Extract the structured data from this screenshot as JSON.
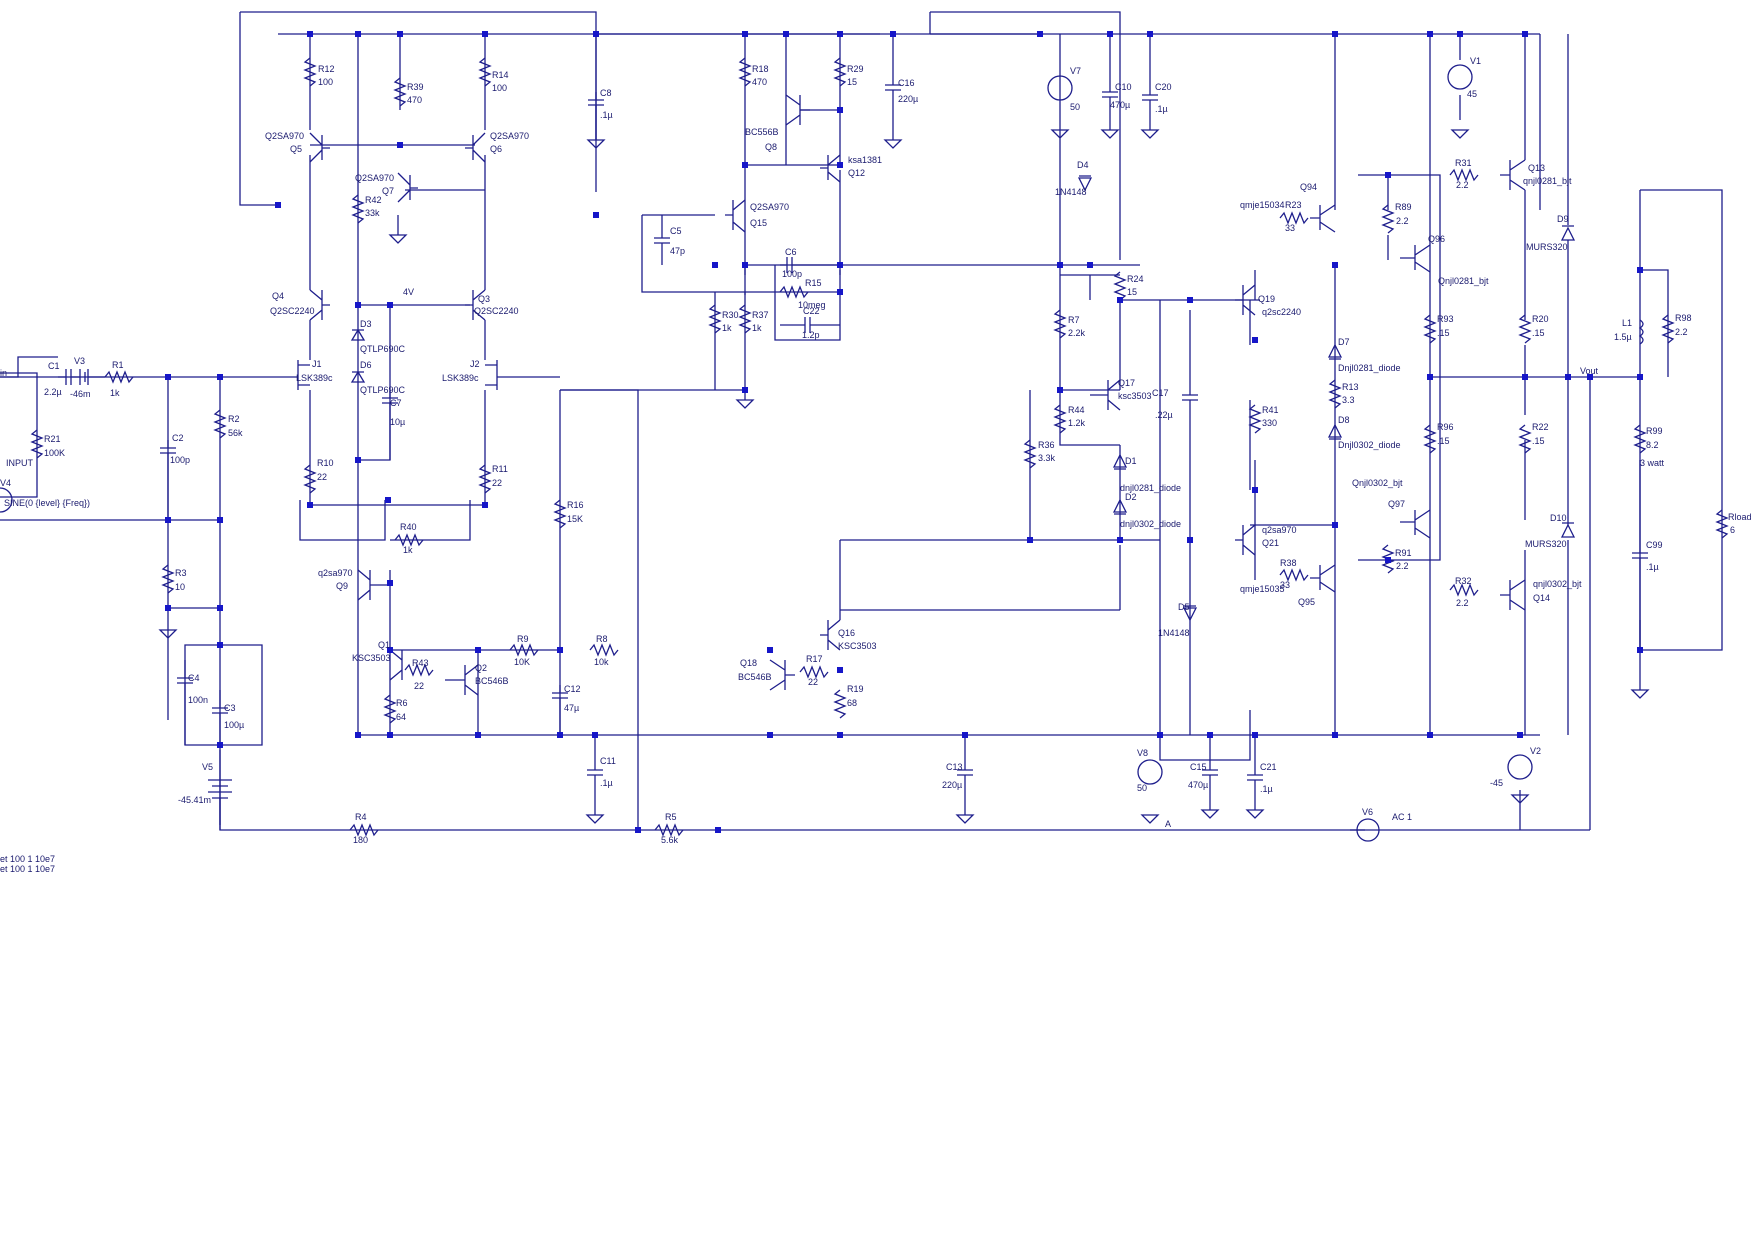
{
  "labels": {
    "in": "in",
    "INPUT": "INPUT",
    "Vout": "Vout",
    "A": "A",
    "4V": "4V",
    "AC1": "AC 1",
    "ff1": "et 100 1 10e7",
    "ff2": "et 100 1 10e7"
  },
  "components": {
    "R12": {
      "ref": "R12",
      "val": "100"
    },
    "R39": {
      "ref": "R39",
      "val": "470"
    },
    "R14": {
      "ref": "R14",
      "val": "100"
    },
    "C8": {
      "ref": "C8",
      "val": ".1µ"
    },
    "R18": {
      "ref": "R18",
      "val": "470"
    },
    "R29": {
      "ref": "R29",
      "val": "15"
    },
    "C16": {
      "ref": "C16",
      "val": "220µ"
    },
    "V7": {
      "ref": "V7",
      "val": "50"
    },
    "C10": {
      "ref": "C10",
      "val": "470µ"
    },
    "C20": {
      "ref": "C20",
      "val": ".1µ"
    },
    "V1": {
      "ref": "V1",
      "val": "45"
    },
    "Q5": {
      "ref": "Q5",
      "val": "Q2SA970"
    },
    "Q6": {
      "ref": "Q6",
      "val": "Q2SA970"
    },
    "Q7": {
      "ref": "Q7",
      "val": "Q2SA970"
    },
    "R42": {
      "ref": "R42",
      "val": "33k"
    },
    "Q8": {
      "ref": "Q8",
      "val": "BC556B"
    },
    "Q12": {
      "ref": "Q12",
      "val": "ksa1381"
    },
    "Q15": {
      "ref": "Q15",
      "val": "Q2SA970"
    },
    "C5": {
      "ref": "C5",
      "val": "47p"
    },
    "C6": {
      "ref": "C6",
      "val": "100p"
    },
    "R15": {
      "ref": "R15",
      "val": "10meg"
    },
    "C22": {
      "ref": "C22",
      "val": "1.2p"
    },
    "R30": {
      "ref": "R30",
      "val": "1k"
    },
    "R37": {
      "ref": "R37",
      "val": "1k"
    },
    "D4": {
      "ref": "D4",
      "val": "1N4148"
    },
    "R24": {
      "ref": "R24",
      "val": "15"
    },
    "R7": {
      "ref": "R7",
      "val": "2.2k"
    },
    "R44": {
      "ref": "R44",
      "val": "1.2k"
    },
    "R36": {
      "ref": "R36",
      "val": "3.3k"
    },
    "Q17": {
      "ref": "Q17",
      "val": "ksc3503"
    },
    "C17": {
      "ref": "C17",
      "val": ".22µ"
    },
    "D1": {
      "ref": "D1",
      "val": "dnjl0281_diode"
    },
    "D2": {
      "ref": "D2",
      "val": "dnjl0302_diode"
    },
    "D5": {
      "ref": "D5",
      "val": "1N4148"
    },
    "Q94": {
      "ref": "Q94",
      "val": "qmje15034"
    },
    "R23": {
      "ref": "R23",
      "val": "33"
    },
    "Q19": {
      "ref": "Q19",
      "val": "q2sc2240"
    },
    "R41": {
      "ref": "R41",
      "val": "330"
    },
    "Q21": {
      "ref": "Q21",
      "val": "q2sa970"
    },
    "R38": {
      "ref": "R38",
      "val": "33"
    },
    "Q95": {
      "ref": "Q95",
      "val": "qmje15035"
    },
    "R89": {
      "ref": "R89",
      "val": "2.2"
    },
    "Q96": {
      "ref": "Q96",
      "val": "Qnjl0281_bjt"
    },
    "R31": {
      "ref": "R31",
      "val": "2.2"
    },
    "Q13": {
      "ref": "Q13",
      "val": "qnjl0281_bjt"
    },
    "D9": {
      "ref": "D9",
      "val": "MURS320"
    },
    "D7": {
      "ref": "D7",
      "val": "Dnjl0281_diode"
    },
    "R13": {
      "ref": "R13",
      "val": "3.3"
    },
    "D8": {
      "ref": "D8",
      "val": "Dnjl0302_diode"
    },
    "R93": {
      "ref": "R93",
      "val": ".15"
    },
    "R20": {
      "ref": "R20",
      "val": ".15"
    },
    "R96": {
      "ref": "R96",
      "val": ".15"
    },
    "R22": {
      "ref": "R22",
      "val": ".15"
    },
    "Q97": {
      "ref": "Q97",
      "val": "Qnjl0302_bjt"
    },
    "R91": {
      "ref": "R91",
      "val": "2.2"
    },
    "R32": {
      "ref": "R32",
      "val": "2.2"
    },
    "Q14": {
      "ref": "Q14",
      "val": "qnjl0302_bjt"
    },
    "D10": {
      "ref": "D10",
      "val": "MURS320"
    },
    "L1": {
      "ref": "L1",
      "val": "1.5µ"
    },
    "R98": {
      "ref": "R98",
      "val": "2.2"
    },
    "R99": {
      "ref": "R99",
      "val": "8.2"
    },
    "R99w": {
      "ref": "",
      "val": "3 watt"
    },
    "C99": {
      "ref": "C99",
      "val": ".1µ"
    },
    "Rload": {
      "ref": "Rload",
      "val": "6"
    },
    "C1": {
      "ref": "C1",
      "val": "2.2µ"
    },
    "V3": {
      "ref": "V3",
      "val": "-46m"
    },
    "R1": {
      "ref": "R1",
      "val": "1k"
    },
    "R21": {
      "ref": "R21",
      "val": "100K"
    },
    "V4": {
      "ref": "V4",
      "val": "SINE(0 {level} {Freq})"
    },
    "C2": {
      "ref": "C2",
      "val": "100p"
    },
    "R2": {
      "ref": "R2",
      "val": "56k"
    },
    "R3": {
      "ref": "R3",
      "val": "10"
    },
    "C4": {
      "ref": "C4",
      "val": "100n"
    },
    "C3": {
      "ref": "C3",
      "val": "100µ"
    },
    "V5": {
      "ref": "V5",
      "val": "-45.41m"
    },
    "R4": {
      "ref": "R4",
      "val": "180"
    },
    "R5": {
      "ref": "R5",
      "val": "5.6k"
    },
    "Q4": {
      "ref": "Q4",
      "val": "Q2SC2240"
    },
    "Q3": {
      "ref": "Q3",
      "val": "Q2SC2240"
    },
    "J1": {
      "ref": "J1",
      "val": "LSK389c"
    },
    "J2": {
      "ref": "J2",
      "val": "LSK389c"
    },
    "D3": {
      "ref": "D3",
      "val": "QTLP690C"
    },
    "D6": {
      "ref": "D6",
      "val": "QTLP690C"
    },
    "C7": {
      "ref": "C7",
      "val": "10µ"
    },
    "R10": {
      "ref": "R10",
      "val": "22"
    },
    "R11": {
      "ref": "R11",
      "val": "22"
    },
    "R40": {
      "ref": "R40",
      "val": "1k"
    },
    "R16": {
      "ref": "R16",
      "val": "15K"
    },
    "Q9": {
      "ref": "Q9",
      "val": "q2sa970"
    },
    "Q1": {
      "ref": "Q1",
      "val": "KSC3503"
    },
    "R43": {
      "ref": "R43",
      "val": "22"
    },
    "Q2": {
      "ref": "Q2",
      "val": "BC546B"
    },
    "R6": {
      "ref": "R6",
      "val": "64"
    },
    "R9": {
      "ref": "R9",
      "val": "10K"
    },
    "R8": {
      "ref": "R8",
      "val": "10k"
    },
    "C12": {
      "ref": "C12",
      "val": "47µ"
    },
    "C11": {
      "ref": "C11",
      "val": ".1µ"
    },
    "Q16": {
      "ref": "Q16",
      "val": "KSC3503"
    },
    "Q18": {
      "ref": "Q18",
      "val": "BC546B"
    },
    "R17": {
      "ref": "R17",
      "val": "22"
    },
    "R19": {
      "ref": "R19",
      "val": "68"
    },
    "C13": {
      "ref": "C13",
      "val": "220µ"
    },
    "V8": {
      "ref": "V8",
      "val": "50"
    },
    "C15": {
      "ref": "C15",
      "val": "470µ"
    },
    "C21": {
      "ref": "C21",
      "val": ".1µ"
    },
    "V2": {
      "ref": "V2",
      "val": "-45"
    },
    "V6": {
      "ref": "V6",
      "val": "AC 1"
    }
  }
}
